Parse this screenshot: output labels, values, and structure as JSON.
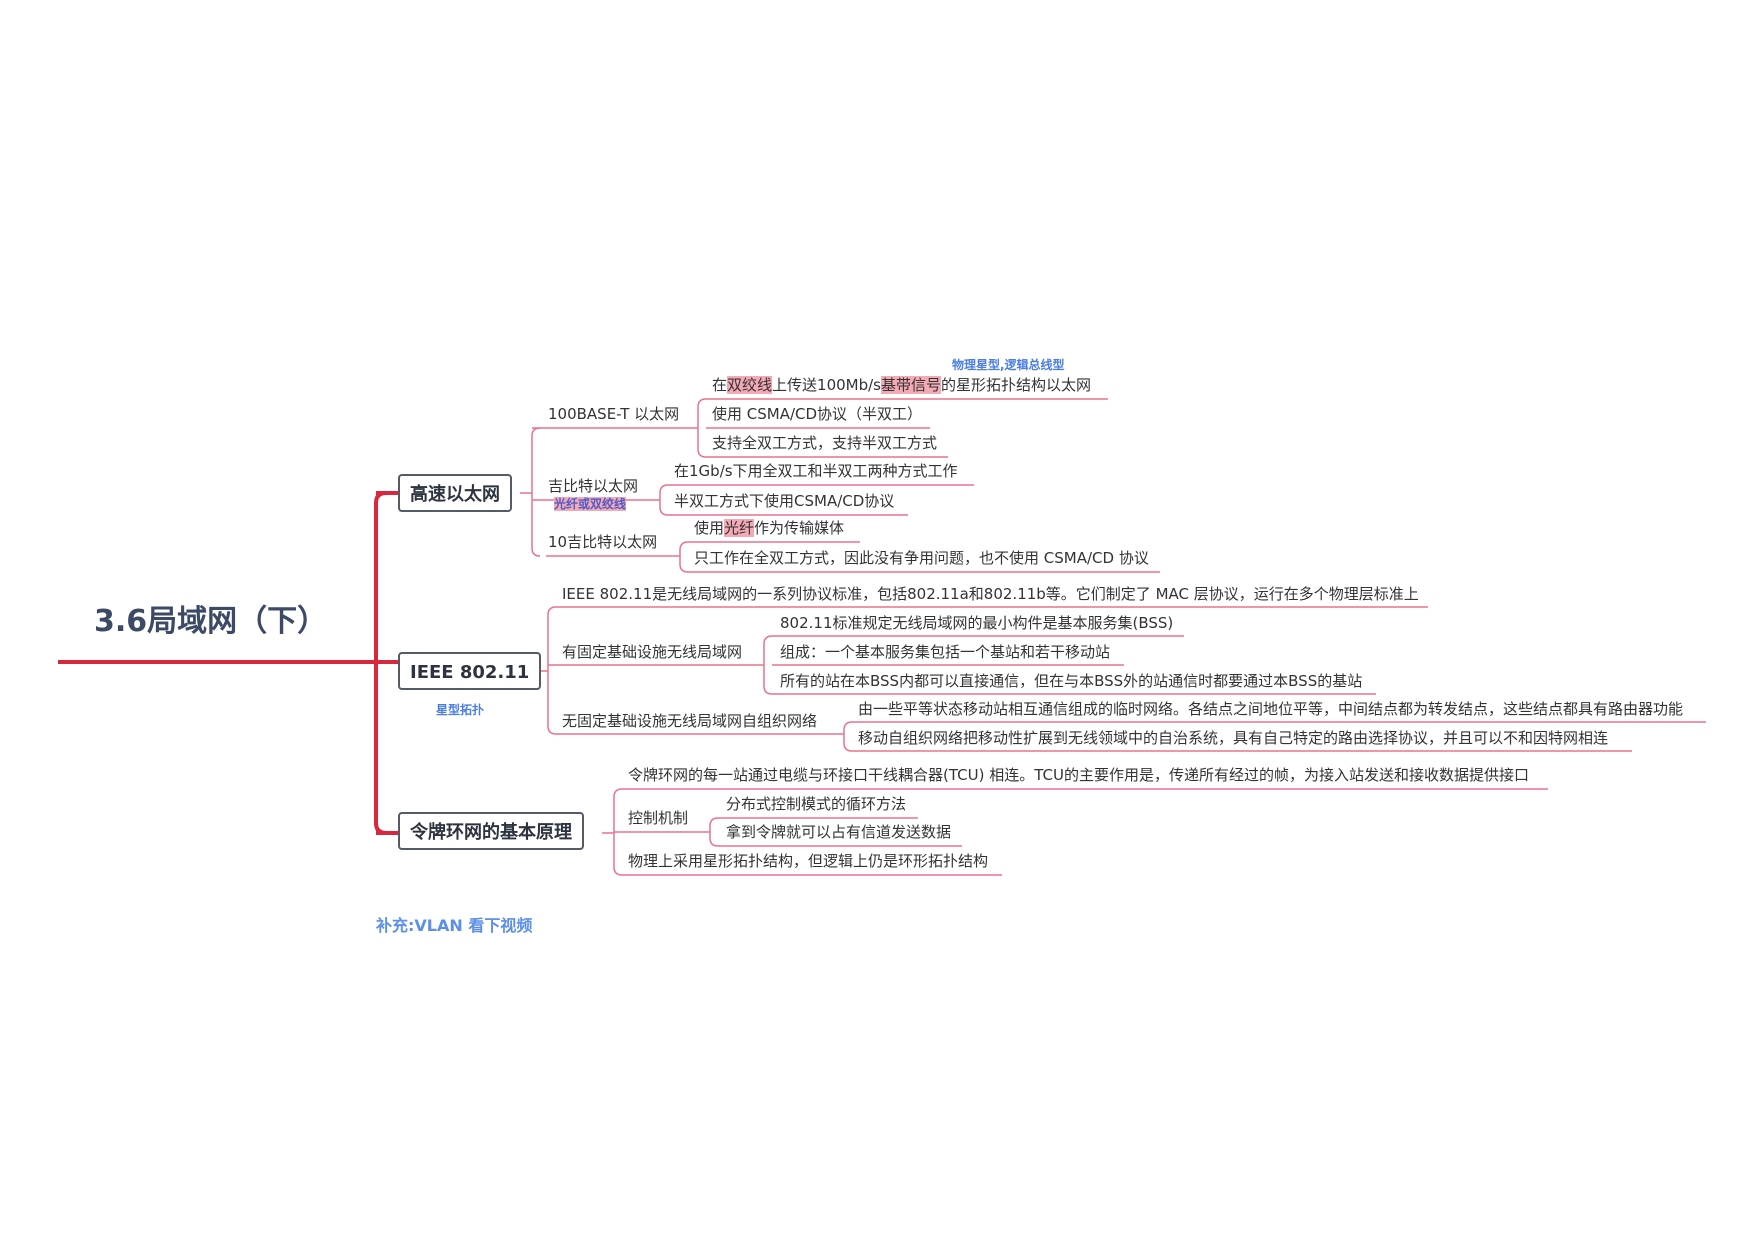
{
  "root": {
    "title": "3.6局域网（下）"
  },
  "branches": {
    "fast_ethernet": {
      "label": "高速以太网",
      "t100base": {
        "label": "100BASE-T 以太网",
        "note": "物理星型,逻辑总线型",
        "item1": {
          "a": "在",
          "b": "双绞线",
          "c": "上传送100Mb/s",
          "d": "基带信号",
          "e": "的星形拓扑结构以太网"
        },
        "item2": "使用 CSMA/CD协议（半双工）",
        "item3": "支持全双工方式，支持半双工方式"
      },
      "gigabit": {
        "label": "吉比特以太网",
        "note": "光纤或双绞线",
        "item1": "在1Gb/s下用全双工和半双工两种方式工作",
        "item2": "半双工方式下使用CSMA/CD协议"
      },
      "ten_gigabit": {
        "label": "10吉比特以太网",
        "item1": {
          "a": "使用",
          "b": "光纤",
          "c": "作为传输媒体"
        },
        "item2": "只工作在全双工方式，因此没有争用问题，也不使用 CSMA/CD 协议"
      }
    },
    "ieee80211": {
      "label": "IEEE 802.11",
      "note": "星型拓扑",
      "intro": "IEEE 802.11是无线局域网的一系列协议标准，包括802.11a和802.11b等。它们制定了 MAC 层协议，运行在多个物理层标准上",
      "infra": {
        "label": "有固定基础设施无线局域网",
        "item1": "802.11标准规定无线局域网的最小构件是基本服务集(BSS)",
        "item2": "组成：一个基本服务集包括一个基站和若干移动站",
        "item3": "所有的站在本BSS内都可以直接通信，但在与本BSS外的站通信时都要通过本BSS的基站"
      },
      "adhoc": {
        "label": "无固定基础设施无线局域网自组织网络",
        "item1": "由一些平等状态移动站相互通信组成的临时网络。各结点之间地位平等，中间结点都为转发结点，这些结点都具有路由器功能",
        "item2": "移动自组织网络把移动性扩展到无线领域中的自治系统，具有自己特定的路由选择协议，并且可以不和因特网相连"
      }
    },
    "token_ring": {
      "label": "令牌环网的基本原理",
      "item1": "令牌环网的每一站通过电缆与环接口干线耦合器(TCU) 相连。TCU的主要作用是，传递所有经过的帧，为接入站发送和接收数据提供接口",
      "control": {
        "label": "控制机制",
        "item1": "分布式控制模式的循环方法",
        "item2": "拿到令牌就可以占有信道发送数据"
      },
      "item3": "物理上采用星形拓扑结构，但逻辑上仍是环形拓扑结构"
    }
  },
  "supplement": "补充:VLAN  看下视频",
  "colors": {
    "main_line": "#d9283e",
    "sub_line": "#e8738a",
    "note": "#4a7ee0",
    "highlight": "#f4aab5"
  }
}
